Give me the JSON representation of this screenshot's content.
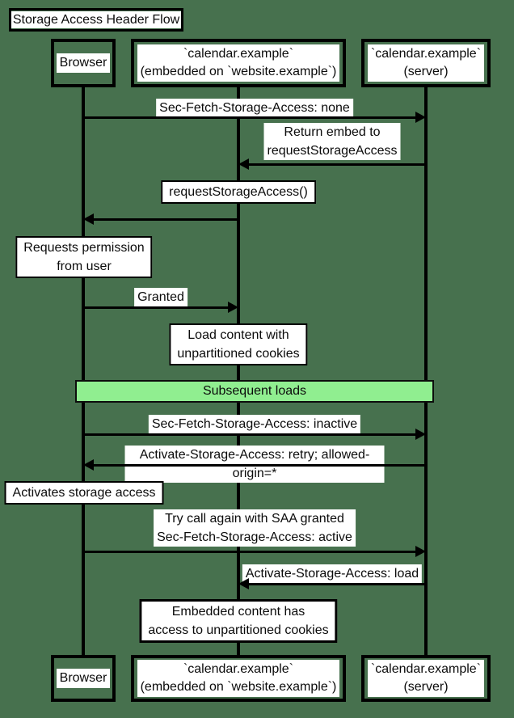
{
  "title": "Storage Access Header Flow",
  "participants": [
    {
      "id": "browser",
      "label": "Browser"
    },
    {
      "id": "embedded",
      "label": "`calendar.example`\n(embedded on `website.example`)"
    },
    {
      "id": "server",
      "label": "`calendar.example`\n(server)"
    }
  ],
  "messages": [
    {
      "label": "Sec-Fetch-Storage-Access: none",
      "from": "browser",
      "to": "server"
    },
    {
      "label": "Return embed to\nrequestStorageAccess",
      "from": "server",
      "to": "embedded"
    },
    {
      "label": "",
      "from": "embedded",
      "to": "browser"
    },
    {
      "label": "Granted",
      "from": "browser",
      "to": "embedded"
    },
    {
      "label": "Sec-Fetch-Storage-Access: inactive",
      "from": "browser",
      "to": "server"
    },
    {
      "label": "Activate-Storage-Access: retry; allowed-origin=*",
      "from": "server",
      "to": "browser"
    },
    {
      "label": "Try call again with SAA granted\nSec-Fetch-Storage-Access: active",
      "from": "browser",
      "to": "server"
    },
    {
      "label": "Activate-Storage-Access: load",
      "from": "server",
      "to": "embedded"
    }
  ],
  "notes": [
    {
      "label": "requestStorageAccess()",
      "over": "embedded"
    },
    {
      "label": "Requests permission\nfrom user",
      "over": "browser"
    },
    {
      "label": "Load content with\nunpartitioned cookies",
      "over": "embedded"
    },
    {
      "label": "Activates storage access",
      "over": "browser"
    },
    {
      "label": "Embedded content has\naccess to unpartitioned cookies",
      "over": "embedded"
    }
  ],
  "section": {
    "label": "Subsequent loads"
  },
  "colors": {
    "background": "#47714E",
    "band_fill": "#90EE90",
    "line": "#000000",
    "label_background": "#FFFFFF"
  }
}
